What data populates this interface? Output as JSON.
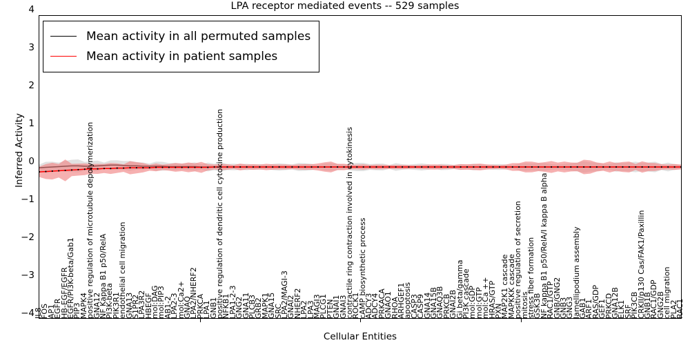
{
  "chart_data": {
    "type": "line",
    "title": "LPA receptor mediated events -- 529 samples",
    "xlabel": "Cellular Entities",
    "ylabel": "Inferred Activity",
    "ylim": [
      -4,
      4
    ],
    "yticks": [
      4,
      3,
      2,
      1,
      0,
      -1,
      -2,
      -3,
      -4
    ],
    "ytick_labels": [
      "4",
      "3",
      "2",
      "1",
      "0",
      "−1",
      "−2",
      "−3",
      "−4"
    ],
    "grid": false,
    "legend_position": "upper left",
    "sample_count": 529,
    "series": [
      {
        "name": "Mean activity in all permuted samples",
        "color": "#000000",
        "band_color": "#c8c8c8",
        "values": [
          -0.02,
          -0.01,
          0.0,
          0.01,
          0.02,
          0.03,
          0.03,
          0.02,
          0.02,
          0.03,
          0.04,
          0.05,
          0.05,
          0.04,
          0.03,
          0.03,
          0.02,
          0.02,
          0.02,
          0.02,
          0.01,
          0.01,
          0.01,
          0.01,
          0.01,
          0.0,
          0.0,
          0.0,
          0.0,
          0.0,
          0.0,
          0.0,
          0.0,
          0.0,
          0.0,
          0.0,
          0.0,
          0.0,
          0.0,
          0.0,
          0.0,
          0.0,
          0.0,
          0.0,
          0.0,
          0.0,
          0.0,
          0.0,
          0.0,
          0.0,
          0.0,
          0.0,
          0.0,
          0.0,
          0.0,
          0.0,
          0.0,
          0.0,
          0.0,
          0.0,
          0.0,
          0.0,
          0.0,
          0.0,
          0.0,
          0.0,
          0.0,
          0.0,
          0.0,
          0.0,
          0.0,
          0.0,
          0.0,
          0.0,
          0.0,
          0.0,
          0.0,
          0.0,
          0.0,
          0.0,
          0.0,
          0.0,
          0.0,
          0.0,
          0.0,
          0.0,
          0.0,
          0.0,
          0.0,
          0.0,
          0.0,
          0.0,
          0.0,
          0.0,
          0.0,
          0.0,
          0.0,
          0.0,
          0.0,
          0.0
        ],
        "band_half_width": [
          0.12,
          0.12,
          0.12,
          0.13,
          0.14,
          0.15,
          0.14,
          0.13,
          0.12,
          0.12,
          0.13,
          0.14,
          0.13,
          0.12,
          0.11,
          0.1,
          0.1,
          0.1,
          0.1,
          0.1,
          0.09,
          0.09,
          0.09,
          0.09,
          0.09,
          0.09,
          0.09,
          0.09,
          0.09,
          0.09,
          0.08,
          0.08,
          0.08,
          0.08,
          0.08,
          0.08,
          0.08,
          0.08,
          0.08,
          0.08,
          0.08,
          0.08,
          0.08,
          0.08,
          0.08,
          0.08,
          0.08,
          0.08,
          0.08,
          0.08,
          0.08,
          0.08,
          0.08,
          0.08,
          0.08,
          0.08,
          0.08,
          0.08,
          0.08,
          0.08,
          0.07,
          0.07,
          0.07,
          0.07,
          0.07,
          0.07,
          0.07,
          0.07,
          0.07,
          0.07,
          0.07,
          0.07,
          0.07,
          0.08,
          0.09,
          0.1,
          0.1,
          0.09,
          0.08,
          0.08,
          0.08,
          0.09,
          0.1,
          0.11,
          0.12,
          0.12,
          0.11,
          0.1,
          0.1,
          0.11,
          0.12,
          0.13,
          0.13,
          0.12,
          0.11,
          0.11,
          0.1,
          0.09,
          0.08,
          0.07
        ]
      },
      {
        "name": "Mean activity in patient samples",
        "color": "#ff0000",
        "band_color": "#f08080",
        "values": [
          -0.13,
          -0.12,
          -0.11,
          -0.1,
          -0.09,
          -0.08,
          -0.07,
          -0.06,
          -0.05,
          -0.05,
          -0.04,
          -0.04,
          -0.03,
          -0.03,
          -0.02,
          -0.02,
          -0.02,
          -0.02,
          -0.01,
          -0.01,
          -0.01,
          -0.01,
          -0.01,
          -0.01,
          -0.01,
          -0.01,
          -0.01,
          0.0,
          0.0,
          0.0,
          0.0,
          0.0,
          0.0,
          0.0,
          0.0,
          0.0,
          0.0,
          0.0,
          0.0,
          0.0,
          0.0,
          0.0,
          0.0,
          0.0,
          0.0,
          0.0,
          0.0,
          0.0,
          0.0,
          0.0,
          0.0,
          0.0,
          0.0,
          0.0,
          0.0,
          0.0,
          0.0,
          0.0,
          0.0,
          0.0,
          0.0,
          0.0,
          0.0,
          0.0,
          0.0,
          0.0,
          0.0,
          0.0,
          0.0,
          0.0,
          0.0,
          0.0,
          0.0,
          0.0,
          0.0,
          0.0,
          0.0,
          0.0,
          0.0,
          0.0,
          0.0,
          0.0,
          0.0,
          0.0,
          0.0,
          0.0,
          0.0,
          0.0,
          0.0,
          0.0,
          0.0,
          0.0,
          0.0,
          0.0,
          0.0,
          0.0,
          0.0,
          0.0,
          0.0,
          0.0
        ],
        "band_half_width": [
          0.2,
          0.21,
          0.22,
          0.22,
          0.21,
          0.19,
          0.17,
          0.15,
          0.13,
          0.12,
          0.11,
          0.11,
          0.12,
          0.13,
          0.14,
          0.13,
          0.11,
          0.09,
          0.08,
          0.08,
          0.09,
          0.11,
          0.13,
          0.14,
          0.13,
          0.11,
          0.09,
          0.08,
          0.07,
          0.07,
          0.07,
          0.08,
          0.09,
          0.09,
          0.08,
          0.07,
          0.06,
          0.06,
          0.06,
          0.06,
          0.06,
          0.07,
          0.09,
          0.11,
          0.12,
          0.11,
          0.09,
          0.07,
          0.06,
          0.06,
          0.06,
          0.06,
          0.06,
          0.06,
          0.06,
          0.05,
          0.05,
          0.05,
          0.05,
          0.05,
          0.05,
          0.05,
          0.05,
          0.05,
          0.05,
          0.06,
          0.08,
          0.09,
          0.08,
          0.06,
          0.05,
          0.05,
          0.05,
          0.08,
          0.11,
          0.13,
          0.13,
          0.12,
          0.11,
          0.12,
          0.13,
          0.13,
          0.12,
          0.13,
          0.15,
          0.14,
          0.12,
          0.11,
          0.12,
          0.13,
          0.12,
          0.11,
          0.12,
          0.13,
          0.12,
          0.1,
          0.08,
          0.07,
          0.06,
          0.05
        ]
      }
    ],
    "categories": [
      "IL8",
      "FOS",
      "AP1",
      "EGFR",
      "HB-EGF/EGFR",
      "EGFR/PI3K-beta/Gab1",
      "PIP3",
      "MAPK4",
      "positive regulation of microtubule depolymerization",
      "GNA12",
      "NF Kappa B1 p50/RelA",
      "PI3K-beta",
      "PIK3R1",
      "endothelial cell migration",
      "GNA13",
      "S1PR2",
      "LPA3R2",
      "HBEGF",
      "mol:DAG",
      "mol:PIP3",
      "AB1-2",
      "LPA2-3",
      "mol:Ca2+",
      "GNAQ",
      "LPA2/NHERF2",
      "PRKCA",
      "LPA1",
      "GNB1",
      "positive regulation of dendritic cell cytokine production",
      "NFKB1",
      "LPA1-2-3",
      "GNG2",
      "GNA11",
      "PLCB3",
      "GRB2",
      "MAPK1",
      "GNA15",
      "SRC",
      "LPA2/MAGI-3",
      "GNAI2",
      "NHERF2",
      "LPA2",
      "LPA3",
      "MAGI3",
      "PLCG1",
      "PTEN",
      "GNAI1",
      "GNAI3",
      "contractile ring contraction involved in cytokinesis",
      "ROCK1",
      "cAMP biosynthetic process",
      "ADCY3",
      "ADCY4",
      "PRKACA",
      "GNAO1",
      "RHOA",
      "ARHGEF1",
      "apoptosis",
      "CASP3",
      "CASP9",
      "GNA14",
      "GNA15B",
      "GNAQ3B",
      "PRKCB",
      "GNAI2B",
      "Gi beta/gamma",
      "PI3K cascade",
      "mol:GDP",
      "mol:GTP",
      "mol:Ca ++",
      "HRAS/GTP",
      "PXN",
      "MAP2K1 cascade",
      "MAPKKK cascade",
      "positive regulation of secretion",
      "mitosis",
      "stress fiber formation",
      "GSK3B",
      "NF kappa B1 p50/RelA/I kappa B alpha",
      "RAC1/GTP",
      "GNB/GNG2",
      "GNB3",
      "GNG3",
      "lamellipodium assembly",
      "GAB1",
      "ARF1",
      "RAS/GDP",
      "GEF1",
      "PRKCD",
      "GNA12B",
      "ELK1",
      "SRF",
      "PIK3CB",
      "CRKII/p130 Cas/FAK1/Paxillin",
      "GNB1B",
      "RAC1/GDP",
      "GNG2B",
      "cell migration",
      "PLA2",
      "RAC1"
    ]
  },
  "legend": {
    "entries": [
      {
        "label": "Mean activity in all permuted samples",
        "color": "#000000"
      },
      {
        "label": "Mean activity in patient samples",
        "color": "#ff0000"
      }
    ]
  }
}
